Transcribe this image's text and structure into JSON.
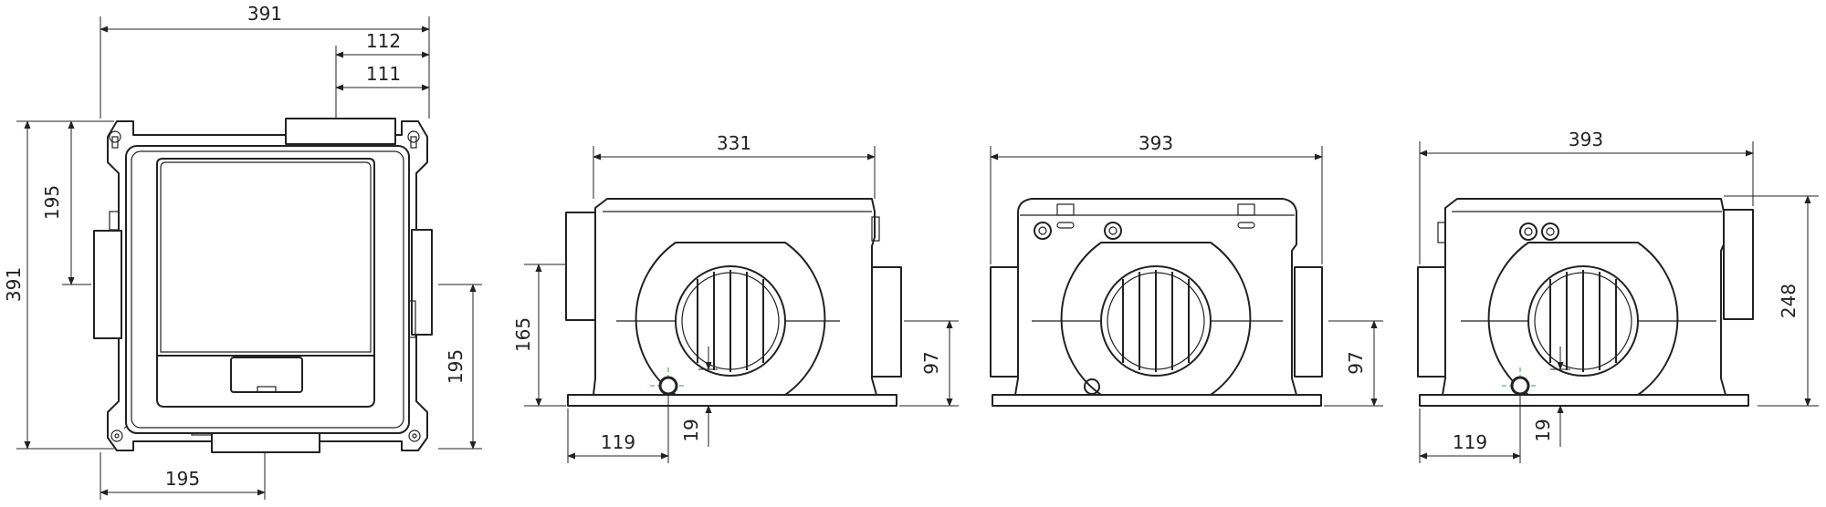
{
  "accent": {
    "line": "#222222",
    "marker": "#3aa24a"
  },
  "views": {
    "top": {
      "width": "391",
      "offset_a": "112",
      "offset_b": "111",
      "height": "391",
      "half_upper": "195",
      "half_right": "195",
      "half_bottom": "195"
    },
    "side": {
      "width": "331",
      "height": "165",
      "axis_height": "97",
      "drain_x": "119",
      "drain_h": "19"
    },
    "front": {
      "width": "393",
      "axis_height": "97"
    },
    "back": {
      "width": "393",
      "height": "248",
      "drain_x": "119",
      "drain_h": "19"
    }
  }
}
